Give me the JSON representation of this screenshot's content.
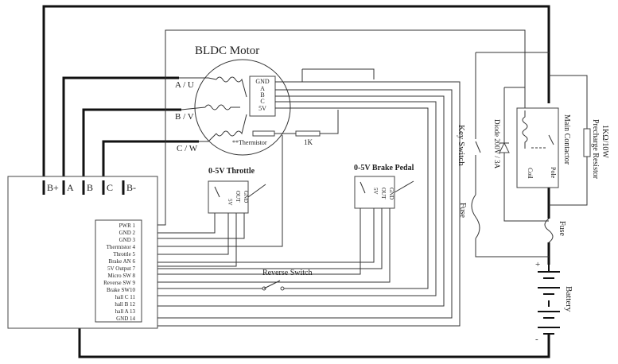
{
  "motor": {
    "title": "BLDC Motor",
    "phases": [
      "A / U",
      "B / V",
      "C / W"
    ],
    "hall_labels": [
      "GND",
      "A",
      "B",
      "C",
      "5V"
    ],
    "thermistor_label": "**Thermistor",
    "resistor_label": "1K"
  },
  "controller": {
    "top_terminals": [
      "B+",
      "A",
      "B",
      "C",
      "B-"
    ],
    "pins": [
      "PWR 1",
      "GND 2",
      "GND 3",
      "Thermistor 4",
      "Throttle 5",
      "Brake AN 6",
      "5V Output 7",
      "Micro SW 8",
      "Reverse SW 9",
      "Brake SW10",
      "hall C 11",
      "hall B 12",
      "hall A 13",
      "GND 14"
    ]
  },
  "throttle": {
    "title": "0-5V  Throttle",
    "pins": [
      "5V",
      "OUT",
      "GND"
    ]
  },
  "brake": {
    "title": "0-5V Brake Pedal",
    "pins": [
      "5V",
      "OUT",
      "GND"
    ]
  },
  "reverse_switch": {
    "label": "Reverse Switch"
  },
  "key_switch": {
    "label": "Key Switch",
    "fuse_label": "Fuse"
  },
  "diode": {
    "label": "Diode 200V / 3A"
  },
  "contactor": {
    "label": "Main Contactor",
    "coil_label": "Coil",
    "pole_label": "Pole"
  },
  "precharge": {
    "label": "Precharge Resistor",
    "value": "1KΩ/10W"
  },
  "main_fuse": {
    "label": "Fuse"
  },
  "battery": {
    "label": "Battery",
    "plus": "+",
    "minus": "-"
  }
}
